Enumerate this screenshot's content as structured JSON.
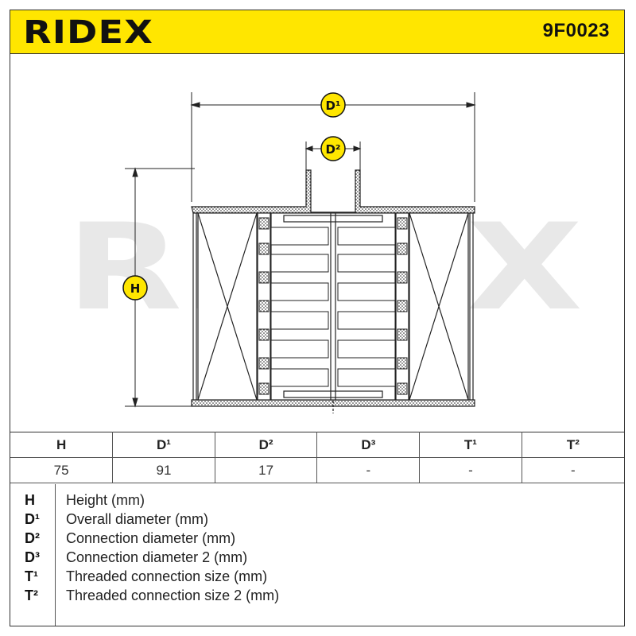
{
  "header": {
    "brand": "RIDEX",
    "part_number": "9F0023"
  },
  "colors": {
    "header_bg": "#ffe600",
    "badge_bg": "#ffe600",
    "watermark": "#e6e6e6"
  },
  "watermark": "RIDEX",
  "drawing": {
    "labels": {
      "d1": "D¹",
      "d2": "D²",
      "h": "H"
    }
  },
  "table": {
    "headers": [
      "H",
      "D¹",
      "D²",
      "D³",
      "T¹",
      "T²"
    ],
    "values": [
      "75",
      "91",
      "17",
      "-",
      "-",
      "-"
    ]
  },
  "legend": [
    {
      "symbol": "H",
      "description": "Height (mm)"
    },
    {
      "symbol": "D¹",
      "description": "Overall diameter (mm)"
    },
    {
      "symbol": "D²",
      "description": "Connection diameter (mm)"
    },
    {
      "symbol": "D³",
      "description": "Connection diameter 2 (mm)"
    },
    {
      "symbol": "T¹",
      "description": "Threaded connection size (mm)"
    },
    {
      "symbol": "T²",
      "description": "Threaded connection size 2 (mm)"
    }
  ]
}
